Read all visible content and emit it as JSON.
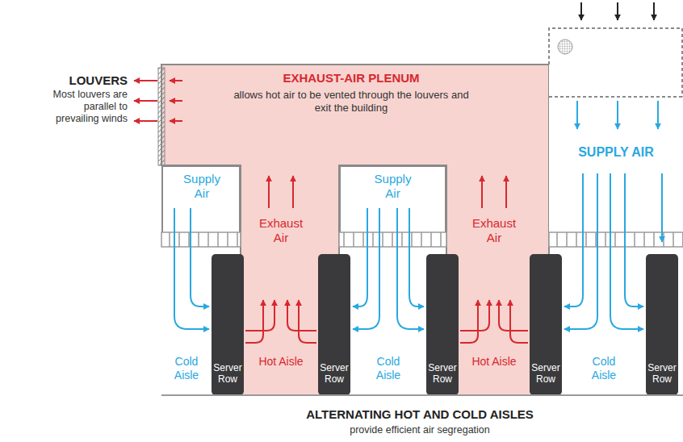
{
  "diagram": {
    "caption": "ALTERNATING HOT AND COLD AISLES",
    "nodes": [
      {
        "text": [
          "EXHAUST-AIR PLENUM",
          "allows hot air to be vented through the louvers and exit the building"
        ]
      },
      {
        "text": [
          "SUPPLY AIR"
        ]
      },
      {
        "text": [
          "Supply Air"
        ]
      },
      {
        "text": [
          "Supply Air"
        ]
      },
      {
        "text": [
          "Server Row"
        ]
      },
      {
        "text": [
          "Server Row"
        ]
      },
      {
        "text": [
          "Server Row"
        ]
      },
      {
        "text": [
          "Server Row"
        ]
      },
      {
        "text": [
          "Server Row"
        ]
      }
    ],
    "labels": [
      "LOUVERS",
      "Most louvers are parallel to prevailing winds",
      "Exhaust Air",
      "Exhaust Air",
      "Cold Aisle",
      "Hot Aisle",
      "Cold Aisle",
      "Hot Aisle",
      "Cold Aisle",
      "provide efficient air segregation"
    ]
  }
}
